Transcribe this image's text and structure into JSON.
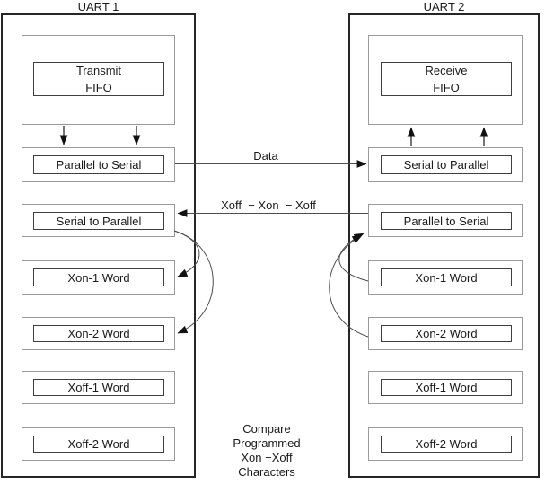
{
  "uart1": {
    "title": "UART 1",
    "fifo": [
      "Transmit",
      "FIFO"
    ],
    "blocks": [
      "Parallel to Serial",
      "Serial to Parallel",
      "Xon-1 Word",
      "Xon-2 Word",
      "Xoff-1 Word",
      "Xoff-2 Word"
    ]
  },
  "uart2": {
    "title": "UART 2",
    "fifo": [
      "Receive",
      "FIFO"
    ],
    "blocks": [
      "Serial to Parallel",
      "Parallel to Serial",
      "Xon-1 Word",
      "Xon-2 Word",
      "Xoff-1 Word",
      "Xoff-2 Word"
    ]
  },
  "labels": {
    "data_line": "Data",
    "flow_control_line": "Xoff  − Xon  − Xoff",
    "compare_note": [
      "Compare",
      "Programmed",
      "Xon −Xoff",
      "Characters"
    ]
  },
  "colors": {
    "background": "#ffffff",
    "outer_border": "#262626",
    "group_border": "#9a9a9a",
    "box_border": "#3f3f3f",
    "line": "#4d4d4d",
    "arrowhead": "#111111",
    "text": "#1a1a1a"
  }
}
